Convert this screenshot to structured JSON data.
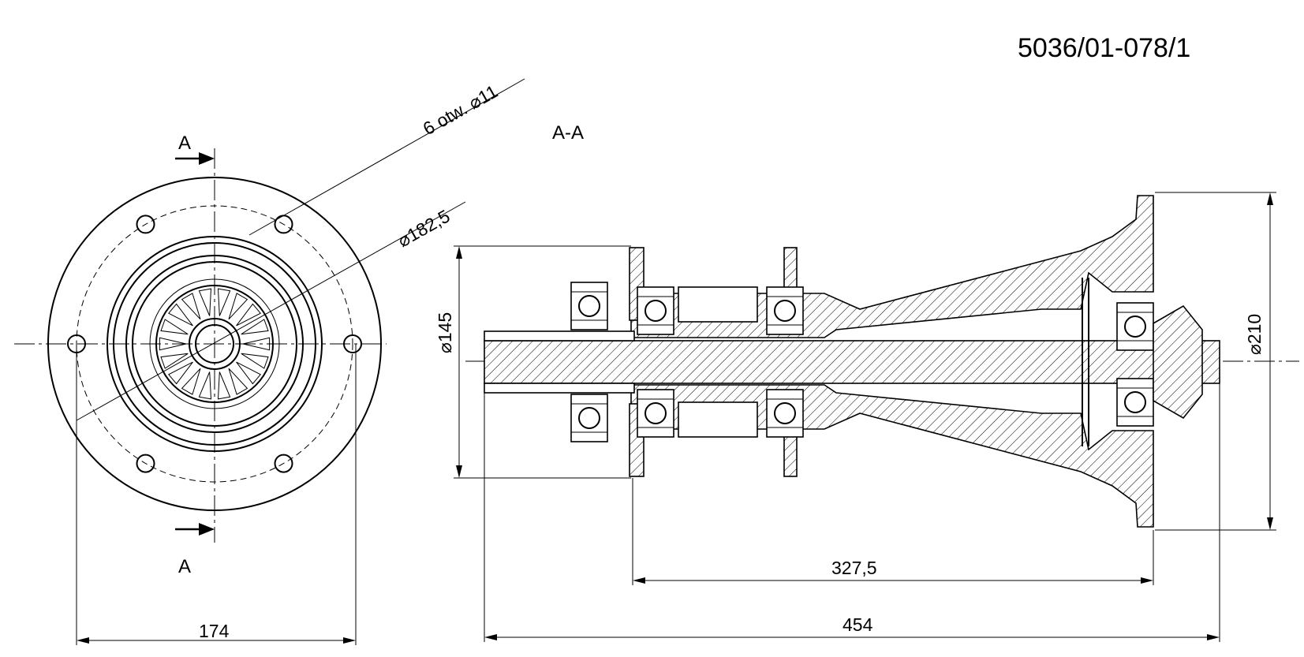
{
  "drawing_number": "5036/01-078/1",
  "section_title": "A-A",
  "section_marker_top": "A",
  "section_marker_bottom": "A",
  "dimensions": {
    "holes": "6 otw. ⌀11",
    "bolt_circle": "⌀182,5",
    "flange_width": "174",
    "shaft_diameter": "⌀145",
    "flange_diameter": "⌀210",
    "hub_length": "327,5",
    "overall_length": "454"
  }
}
